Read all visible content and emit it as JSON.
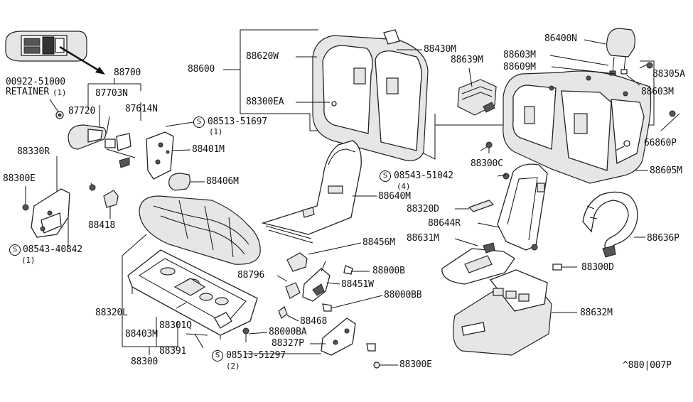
{
  "diagram": {
    "callouts": {
      "p00922": "00922-51000",
      "retainer": "RETAINER",
      "retainer_qty": "(1)",
      "p88700": "88700",
      "p87703N": "87703N",
      "p87720": "87720",
      "p87614N": "87614N",
      "p88330R": "88330R",
      "p88300E": "88300E",
      "p08543_40842": "08543-40842",
      "qty_40842": "(1)",
      "p08513_51697": "08513-51697",
      "qty_51697": "(1)",
      "p88401M": "88401M",
      "p88406M": "88406M",
      "p88418": "88418",
      "p88600": "88600",
      "p88620W": "88620W",
      "p88430M": "88430M",
      "p88639M": "88639M",
      "p88300EA": "88300EA",
      "p86400N": "86400N",
      "p88603M_a": "88603M",
      "p88609M": "88609M",
      "p88305A": "88305A",
      "p88603M_b": "88603M",
      "p66860P": "66860P",
      "p88300C": "88300C",
      "p88605M": "88605M",
      "p08543_51042": "08543-51042",
      "qty_51042": "(4)",
      "p88640M": "88640M",
      "p88320D": "88320D",
      "p88644R": "88644R",
      "p88631M": "88631M",
      "p88636P": "88636P",
      "p88300D": "88300D",
      "p88632M": "88632M",
      "p88456M": "88456M",
      "p88796": "88796",
      "p88000B": "88000B",
      "p88451W": "88451W",
      "p88000BB": "88000BB",
      "p88468": "88468",
      "p88000BA": "88000BA",
      "p88327P": "88327P",
      "p08513_51297": "08513-51297",
      "qty_51297": "(2)",
      "p88300E_b": "88300E",
      "p88320L": "88320L",
      "p88403M": "88403M",
      "p88301Q": "88301Q",
      "p88391": "88391",
      "p88300": "88300"
    },
    "screw_symbol": "S",
    "diagram_code": "^880|007P"
  }
}
